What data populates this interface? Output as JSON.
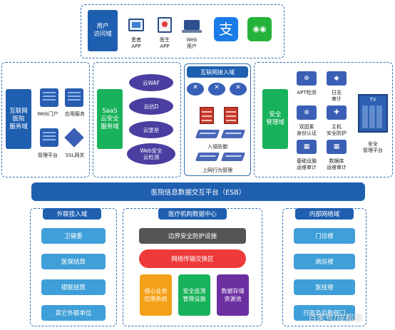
{
  "colors": {
    "blue": "#1f5fb0",
    "green": "#18b25a",
    "purple": "#4a3ea0",
    "orange": "#f4a018",
    "red": "#ee3a3a",
    "violet": "#6b2fa0",
    "teal_block": "#3f9fd8",
    "dark_gray": "#555555"
  },
  "user_access": {
    "title": "用户\n访问域",
    "apps": [
      {
        "label": "患者\nAPP",
        "icon": "patient-app-icon"
      },
      {
        "label": "医生\nAPP",
        "icon": "doctor-app-icon"
      },
      {
        "label": "Web\n用户",
        "icon": "laptop-icon"
      },
      {
        "label": "",
        "icon": "alipay-icon"
      },
      {
        "label": "",
        "icon": "wechat-icon"
      }
    ],
    "alipay_glyph": "支",
    "wechat_glyph": "◉◉"
  },
  "hospital_service": {
    "title": "互联网\n医院\n服务域",
    "items": [
      "Web门户",
      "应用服务",
      "管理平台",
      "SSL网关"
    ]
  },
  "saas": {
    "title": "SaaS\n云安全\n服务域",
    "clouds": [
      "云WAF",
      "云抗D",
      "云堡垒",
      "Web安全\n云检测"
    ]
  },
  "internet_access": {
    "title": "互联网接入域",
    "items": [
      "入侵防御",
      "上网行为管理"
    ]
  },
  "security_mgmt": {
    "title": "安全\n管理域",
    "items": [
      "APT检测",
      "日志\n审计",
      "双因素\n身份认证",
      "主机\n安全防护",
      "基础设施\n运维审计",
      "数据库\n运维审计"
    ],
    "platform_label": "安全\n管理平台",
    "platform_badge": "TV"
  },
  "esb": {
    "label": "医院信息数据交互平台（ESB）"
  },
  "external": {
    "title": "外联接入域",
    "items": [
      "卫健委",
      "医保结算",
      "银联结算",
      "其它外联单位"
    ]
  },
  "datacenter": {
    "title": "医疗机构数据中心",
    "boundary": "边界安全防护设施",
    "exchange": "网络传输交换区",
    "blocks": [
      "核心业务\n应用系统",
      "安全监测\n管理设施",
      "数据存储\n资源池"
    ]
  },
  "internal": {
    "title": "内部网络域",
    "items": [
      "门诊楼",
      "病房楼",
      "医技楼",
      "行政及后勤部门"
    ]
  },
  "watermark": "百家号/成都知"
}
